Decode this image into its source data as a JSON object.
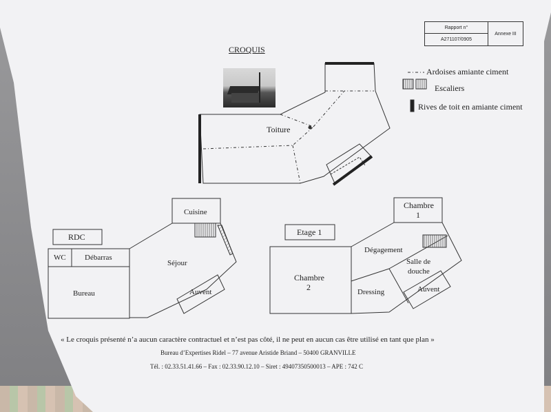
{
  "report": {
    "label": "Rapport n°",
    "number": "A271107/0905",
    "annex": "Annexe III"
  },
  "title": "CROQUIS",
  "legend": {
    "ardoises": "Ardoises amiante ciment",
    "escaliers": "Escaliers",
    "rives": "Rives de toit en amiante ciment"
  },
  "roof": {
    "label": "Toiture"
  },
  "rdc": {
    "label": "RDC",
    "rooms": {
      "wc": "WC",
      "debarras": "Débarras",
      "bureau": "Bureau",
      "cuisine": "Cuisine",
      "sejour": "Séjour",
      "auvent": "Auvent"
    }
  },
  "etage": {
    "label": "Etage 1",
    "rooms": {
      "chambre1_a": "Chambre",
      "chambre1_b": "1",
      "chambre2_a": "Chambre",
      "chambre2_b": "2",
      "degagement": "Dégagement",
      "salle_a": "Salle de",
      "salle_b": "douche",
      "dressing": "Dressing",
      "auvent": "Auvent"
    }
  },
  "footer": {
    "disclaimer": "« Le croquis présenté n’a aucun caractère contractuel et n’est pas côté, il ne peut en aucun cas être utilisé en tant que plan »",
    "address": "Bureau d’Expertises Ridel – 77 avenue Aristide Briand – 50400 GRANVILLE",
    "contact": "Tél. : 02.33.51.41.66 – Fax : 02.33.90.12.10 – Siret : 49407350500013 – APE : 742 C"
  }
}
